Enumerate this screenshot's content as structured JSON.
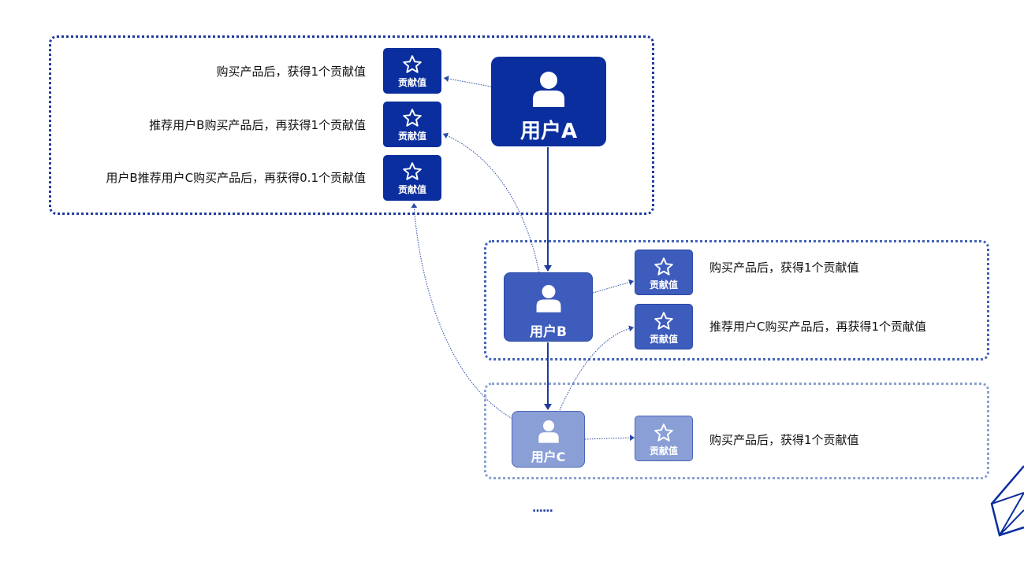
{
  "users": {
    "a": {
      "label": "用户A"
    },
    "b": {
      "label": "用户B"
    },
    "c": {
      "label": "用户C"
    }
  },
  "badge_label": "贡献值",
  "groups": {
    "a": {
      "rewards": [
        "购买产品后，获得1个贡献值",
        "推荐用户B购买产品后，再获得1个贡献值",
        "用户B推荐用户C购买产品后，再获得0.1个贡献值"
      ]
    },
    "b": {
      "rewards": [
        "购买产品后，获得1个贡献值",
        "推荐用户C购买产品后，再获得1个贡献值"
      ]
    },
    "c": {
      "rewards": [
        "购买产品后，获得1个贡献值"
      ]
    }
  },
  "more": "......",
  "colors": {
    "dark_blue": "#0a2e9e",
    "mid_blue": "#3d5cbb",
    "light_blue": "#8a9fd6"
  },
  "icons": {
    "user": "user-avatar-icon",
    "contribution": "star-outline-icon"
  }
}
